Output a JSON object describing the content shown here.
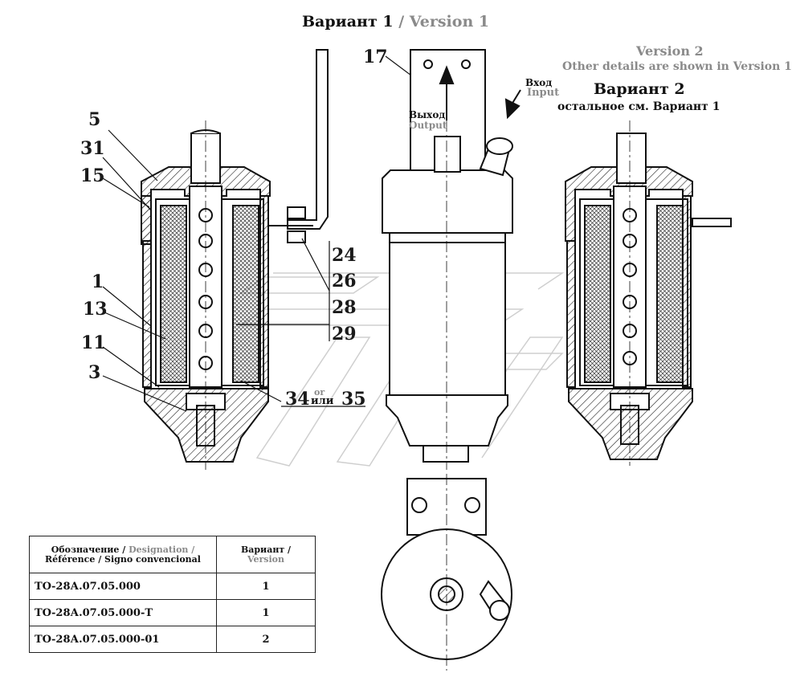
{
  "heading_v1": {
    "ru": "Вариант 1",
    "en": "/ Version 1"
  },
  "heading_v2": {
    "en_title": "Version 2",
    "en_note": "Other details are shown in Version 1",
    "ru_title": "Вариант 2",
    "ru_note": "остальное см. Вариант 1"
  },
  "flow": {
    "in_ru": "Вход",
    "in_en": "Input",
    "out_ru": "Выход",
    "out_en": "Output"
  },
  "callouts": [
    "5",
    "31",
    "15",
    "1",
    "13",
    "11",
    "3",
    "17",
    "24",
    "26",
    "28",
    "29",
    "34",
    "35"
  ],
  "callout_or": {
    "en": "or",
    "ru": "или"
  },
  "table": {
    "header_designation_ru": "Обозначение /",
    "header_designation_en": "Designation /",
    "header_designation_fr": "Référence / Signo convencional",
    "header_version_ru": "Вариант /",
    "header_version_en": "Version",
    "rows": [
      {
        "designation": "ТО-28А.07.05.000",
        "version": "1"
      },
      {
        "designation": "ТО-28А.07.05.000-Т",
        "version": "1"
      },
      {
        "designation": "ТО-28А.07.05.000-01",
        "version": "2"
      }
    ]
  }
}
